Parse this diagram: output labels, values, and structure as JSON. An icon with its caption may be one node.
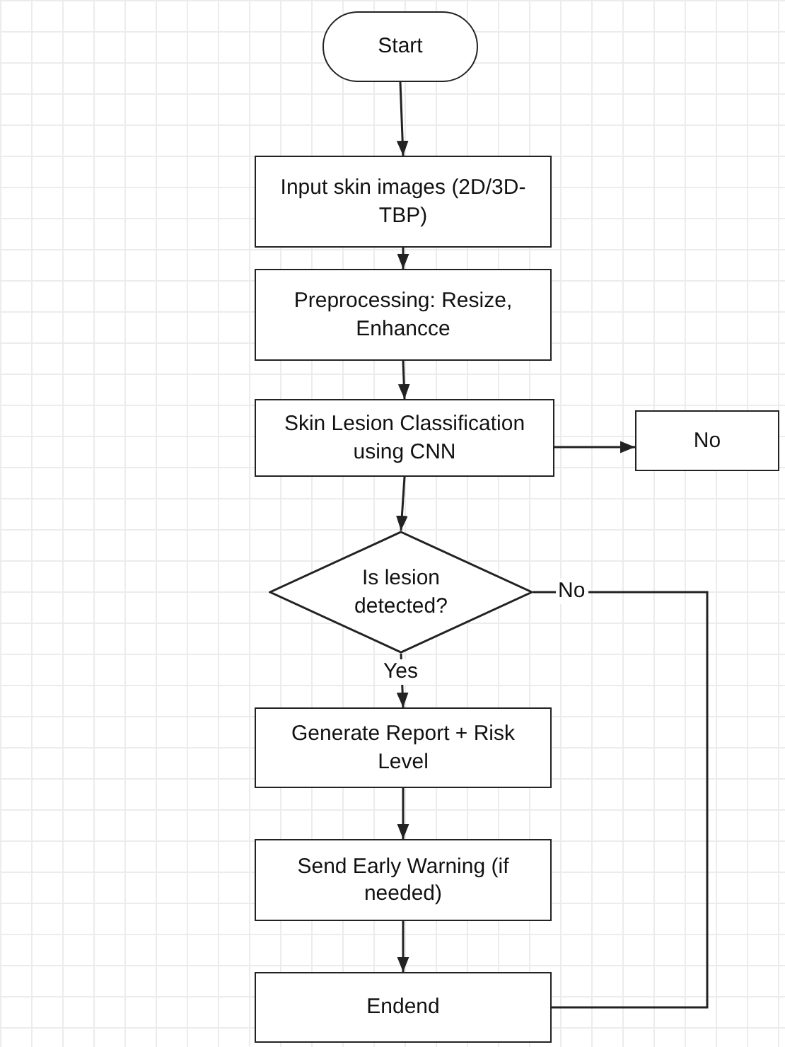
{
  "diagram": {
    "nodes": [
      {
        "text": [
          "Start"
        ]
      },
      {
        "text": [
          "Input skin images (2D/3D-TBP)"
        ]
      },
      {
        "text": [
          "Preprocessing: Resize, Enhancce"
        ]
      },
      {
        "text": [
          "Skin Lesion Classification using CNN"
        ]
      },
      {
        "text": [
          "No"
        ]
      },
      {
        "text": [
          "Is lesion detected?"
        ]
      },
      {
        "text": [
          "Generate Report + Risk Level"
        ]
      },
      {
        "text": [
          "Send Early Warning (if needed)"
        ]
      },
      {
        "text": [
          "Endend"
        ]
      }
    ],
    "edges": [
      {
        "from": 0,
        "to": 1,
        "arrow": "to"
      },
      {
        "from": 1,
        "to": 2,
        "arrow": "to"
      },
      {
        "from": 2,
        "to": 3,
        "arrow": "to"
      },
      {
        "from": 3,
        "to": 4,
        "arrow": "to"
      },
      {
        "from": 3,
        "to": 5,
        "arrow": "to"
      },
      {
        "from": 5,
        "to": 6,
        "label": "Yes",
        "arrow": "to"
      },
      {
        "from": 6,
        "to": 7,
        "arrow": "to"
      },
      {
        "from": 7,
        "to": 8,
        "arrow": "to"
      },
      {
        "from": 5,
        "to": 8,
        "label": "No",
        "arrow": "none"
      }
    ]
  }
}
